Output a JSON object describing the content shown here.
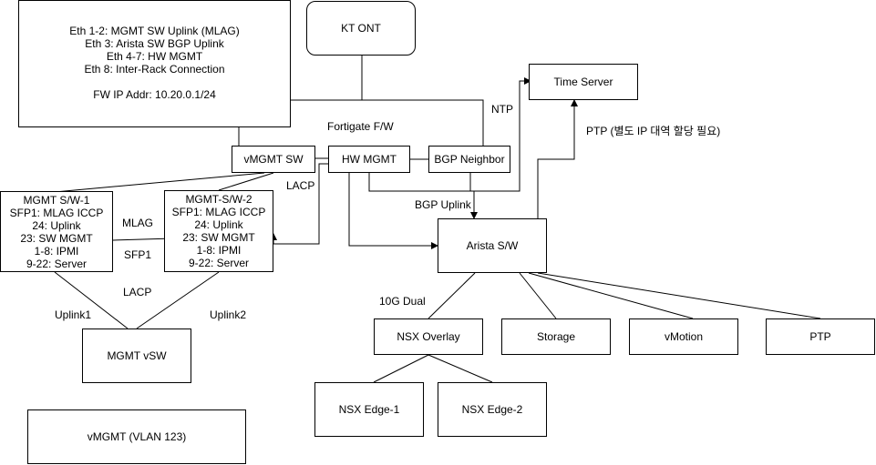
{
  "firewall": {
    "info_lines": [
      "Eth 1-2: MGMT SW Uplink (MLAG)",
      "Eth 3: Arista SW BGP Uplink",
      "Eth 4-7: HW MGMT",
      "Eth 8: Inter-Rack Connection"
    ],
    "ip_addr": "FW IP Addr: 10.20.0.1/24",
    "label": "Fortigate F/W"
  },
  "nodes": {
    "kt_ont": "KT ONT",
    "time_server": "Time Server",
    "vmgmt_sw": "vMGMT SW",
    "hw_mgmt": "HW MGMT",
    "bgp_neighbor": "BGP Neighbor",
    "mgmt_sw1": [
      "MGMT S/W-1",
      "SFP1: MLAG ICCP",
      "24: Uplink",
      "23: SW MGMT",
      "1-8: IPMI",
      "9-22: Server"
    ],
    "mgmt_sw2": [
      "MGMT-S/W-2",
      "SFP1: MLAG ICCP",
      "24: Uplink",
      "23: SW MGMT",
      "1-8: IPMI",
      "9-22: Server"
    ],
    "arista_sw": "Arista S/W",
    "mgmt_vsw": "MGMT vSW",
    "nsx_overlay": "NSX Overlay",
    "storage": "Storage",
    "vmotion": "vMotion",
    "ptp": "PTP",
    "nsx_edge1": "NSX Edge-1",
    "nsx_edge2": "NSX Edge-2",
    "vmgmt_vlan": "vMGMT (VLAN 123)"
  },
  "edge_labels": {
    "ntp": "NTP",
    "ptp_note": "PTP (별도 IP 대역 할당 필요)",
    "lacp_top": "LACP",
    "bgp_uplink": "BGP Uplink",
    "mlag": "MLAG",
    "sfp1": "SFP1",
    "lacp_bottom": "LACP",
    "uplink1": "Uplink1",
    "uplink2": "Uplink2",
    "ten_g_dual": "10G Dual"
  }
}
